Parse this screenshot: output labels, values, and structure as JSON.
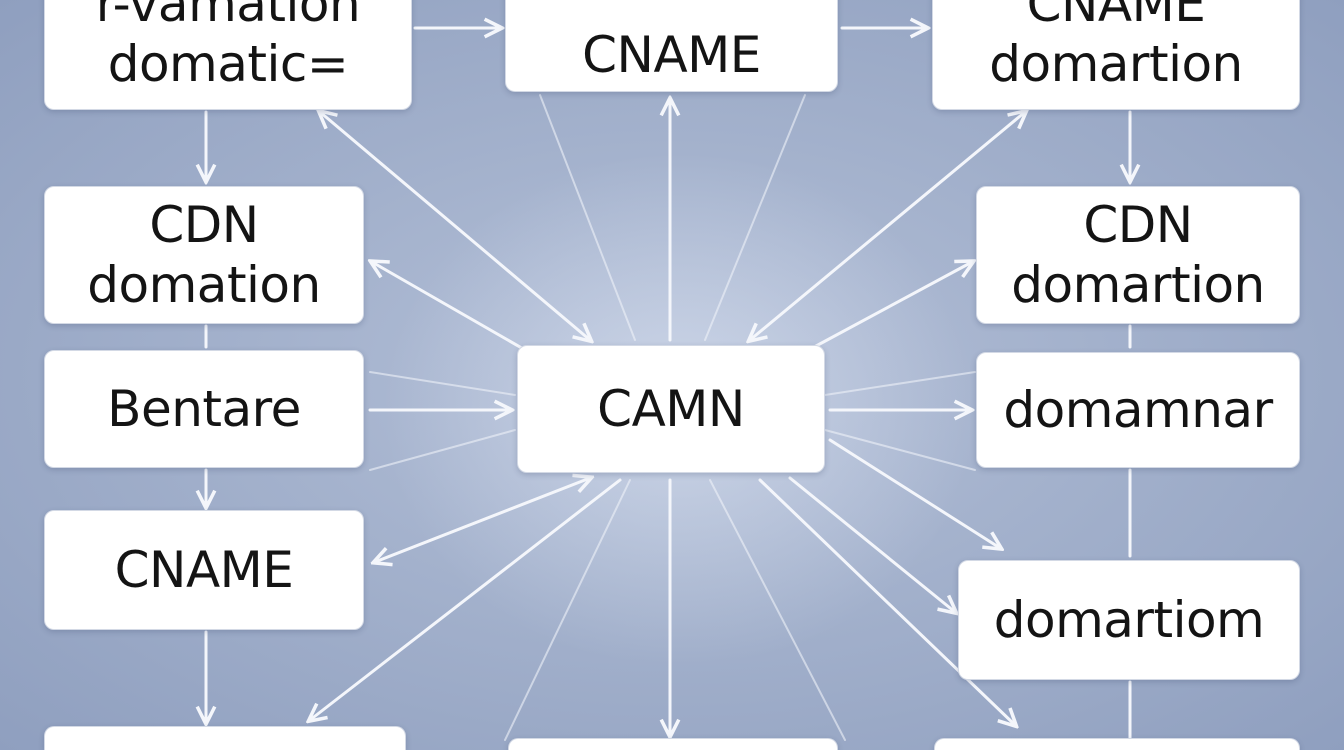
{
  "theme": {
    "background": "#a3b1cc",
    "node_fill": "#ffffff",
    "arrow_color": "#f4f6fb",
    "text_color": "#141414"
  },
  "nodes": {
    "top_left": "r-vamation\ndomatic=",
    "top_center": "CNAME",
    "top_right": "CNAME\ndomartion",
    "left_cdn": "CDN\ndomation",
    "right_cdn": "CDN\ndomartion",
    "left_bentare": "Bentare",
    "center": "CAMN",
    "right_domamnar": "domamnar",
    "left_cname": "CNAME",
    "right_domartiom": "domartiom",
    "bottom_left": "",
    "bottom_center": "",
    "bottom_right": ""
  }
}
